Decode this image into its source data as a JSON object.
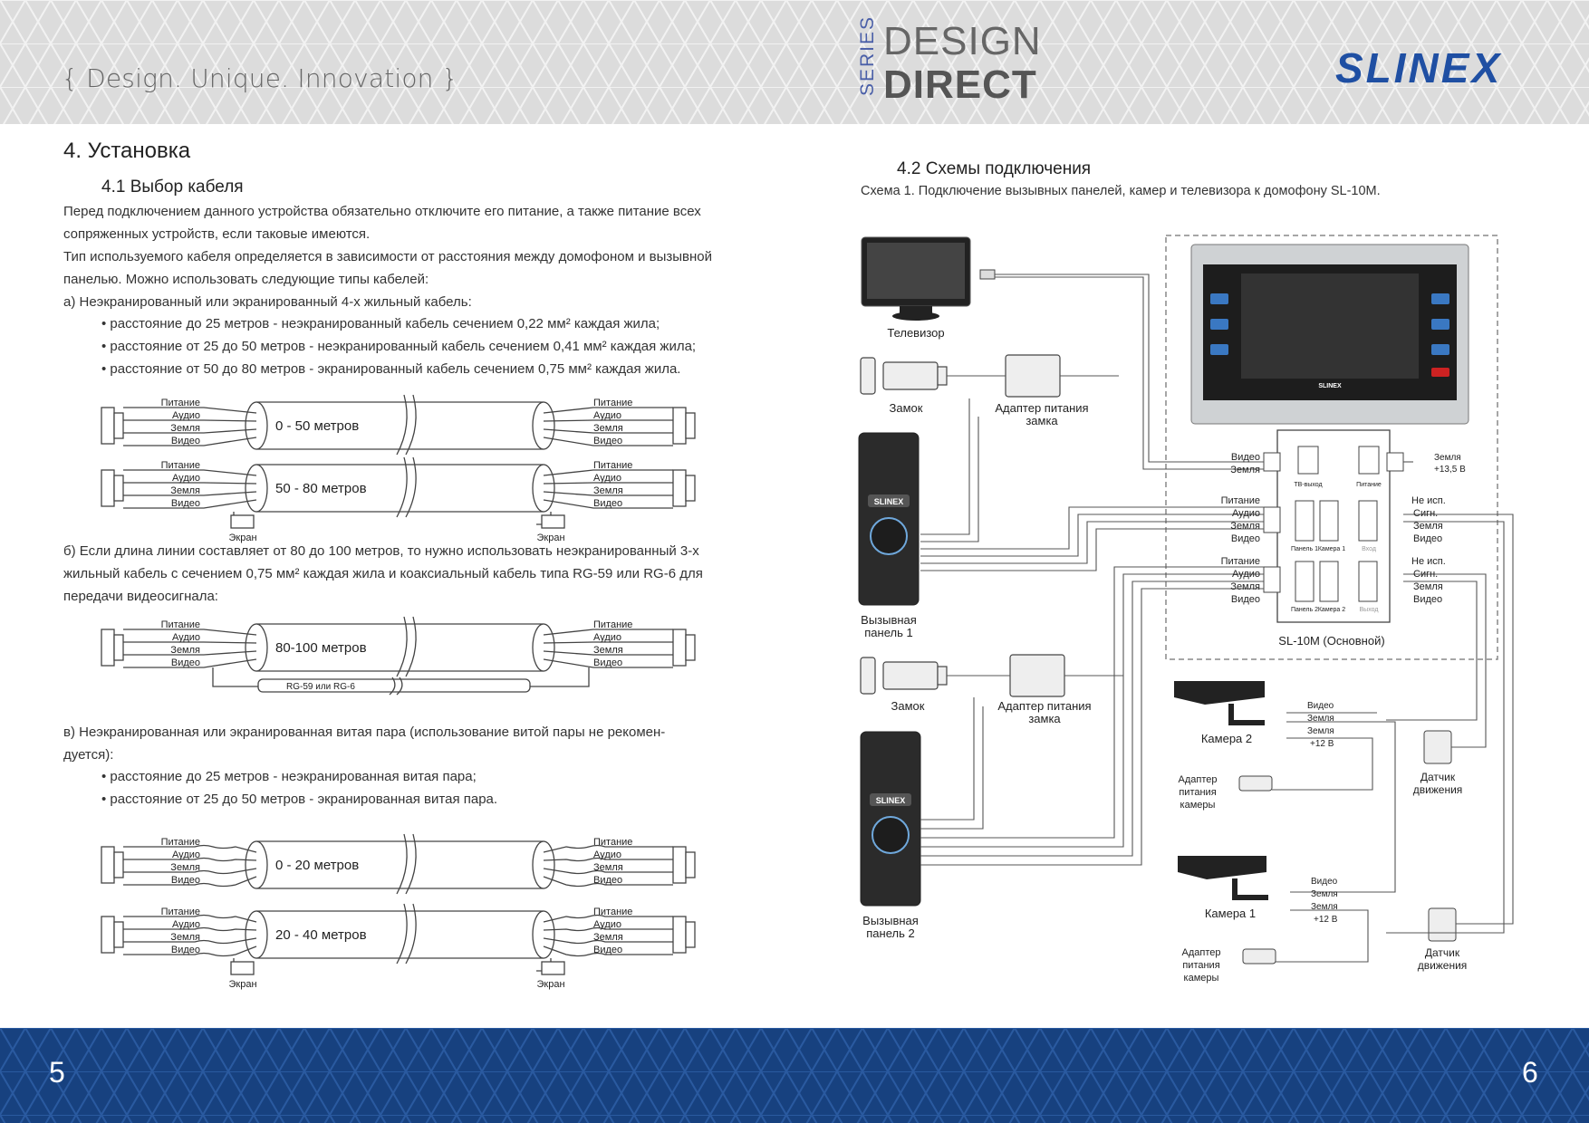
{
  "header": {
    "tagline": "{ Design. Unique. Innovation }",
    "series": "SERIES",
    "design": "DESIGN",
    "direct": "DIRECT",
    "brand": "SLINEX"
  },
  "footer": {
    "page_left": "5",
    "page_right": "6"
  },
  "left": {
    "title": "4. Установка",
    "sub": "4.1 Выбор кабеля",
    "p1": "Перед подключением данного устройства обязательно отключите его питание, а также питание всех",
    "p2": "сопряженных устройств, если таковые имеются.",
    "p3": "Тип используемого кабеля определяется в зависимости от расстояния между домофоном и вызывной",
    "p4": "панелью. Можно использовать следующие типы кабелей:",
    "pa": "а) Неэкранированный или экранированный 4-х жильный кабель:",
    "a1": "• расстояние до 25 метров - неэкранированный кабель сечением 0,22 мм² каждая жила;",
    "a2": "• расстояние от 25 до 50 метров - неэкранированный кабель сечением 0,41 мм² каждая жила;",
    "a3": "• расстояние от 50 до 80 метров - экранированный кабель сечением 0,75 мм² каждая жила.",
    "pb1": "б) Если длина линии составляет от 80 до 100 метров, то нужно использовать неэкранированный 3-х",
    "pb2": "жильный кабель с сечением 0,75 мм² каждая жила и коаксиальный кабель типа RG-59 или RG-6 для",
    "pb3": "передачи видеосигнала:",
    "pc1": "в) Неэкранированная или экранированная витая пара (использование витой пары не рекомен-",
    "pc2": "дуется):",
    "c1": "• расстояние до 25 метров - неэкранированная витая пара;",
    "c2": "• расстояние от 25 до 50 метров - экранированная витая пара.",
    "wires": {
      "w1": "Питание",
      "w2": "Аудио",
      "w3": "Земля",
      "w4": "Видео"
    },
    "shield": "Экран",
    "d1": "0 - 50 метров",
    "d2": "50 - 80 метров",
    "d3": "80-100 метров",
    "coax": "RG-59 или RG-6",
    "d4": "0 - 20 метров",
    "d5": "20 - 40 метров"
  },
  "right": {
    "sub": "4.2 Схемы подключения",
    "caption": "Схема 1. Подключение вызывных панелей, камер и телевизора к домофону SL-10M.",
    "tv": "Телевизор",
    "lock": "Замок",
    "adapter1": "Адаптер питания",
    "adapter2": "замка",
    "panel1a": "Вызывная",
    "panel1b": "панель 1",
    "panel2b": "панель 2",
    "brand_small": "SLINEX",
    "video": "Видео",
    "ground": "Земля",
    "power": "Питание",
    "audio": "Аудио",
    "notused": "Не исп.",
    "signal": "Сигн.",
    "plus135": "+13,5 В",
    "plus12": "+12 В",
    "tvout": "ТВ-выход",
    "powerin": "Питание",
    "panel1": "Панель 1",
    "camera1": "Камера 1",
    "input": "Вход",
    "panel2": "Панель 2",
    "camera2": "Камера 2",
    "output": "Выход",
    "model": "SL-10M (Основной)",
    "cam2": "Камера 2",
    "cam1": "Камера 1",
    "camadapter1": "Адаптер",
    "camadapter2": "питания",
    "camadapter3": "камеры",
    "motion1": "Датчик",
    "motion2": "движения"
  }
}
